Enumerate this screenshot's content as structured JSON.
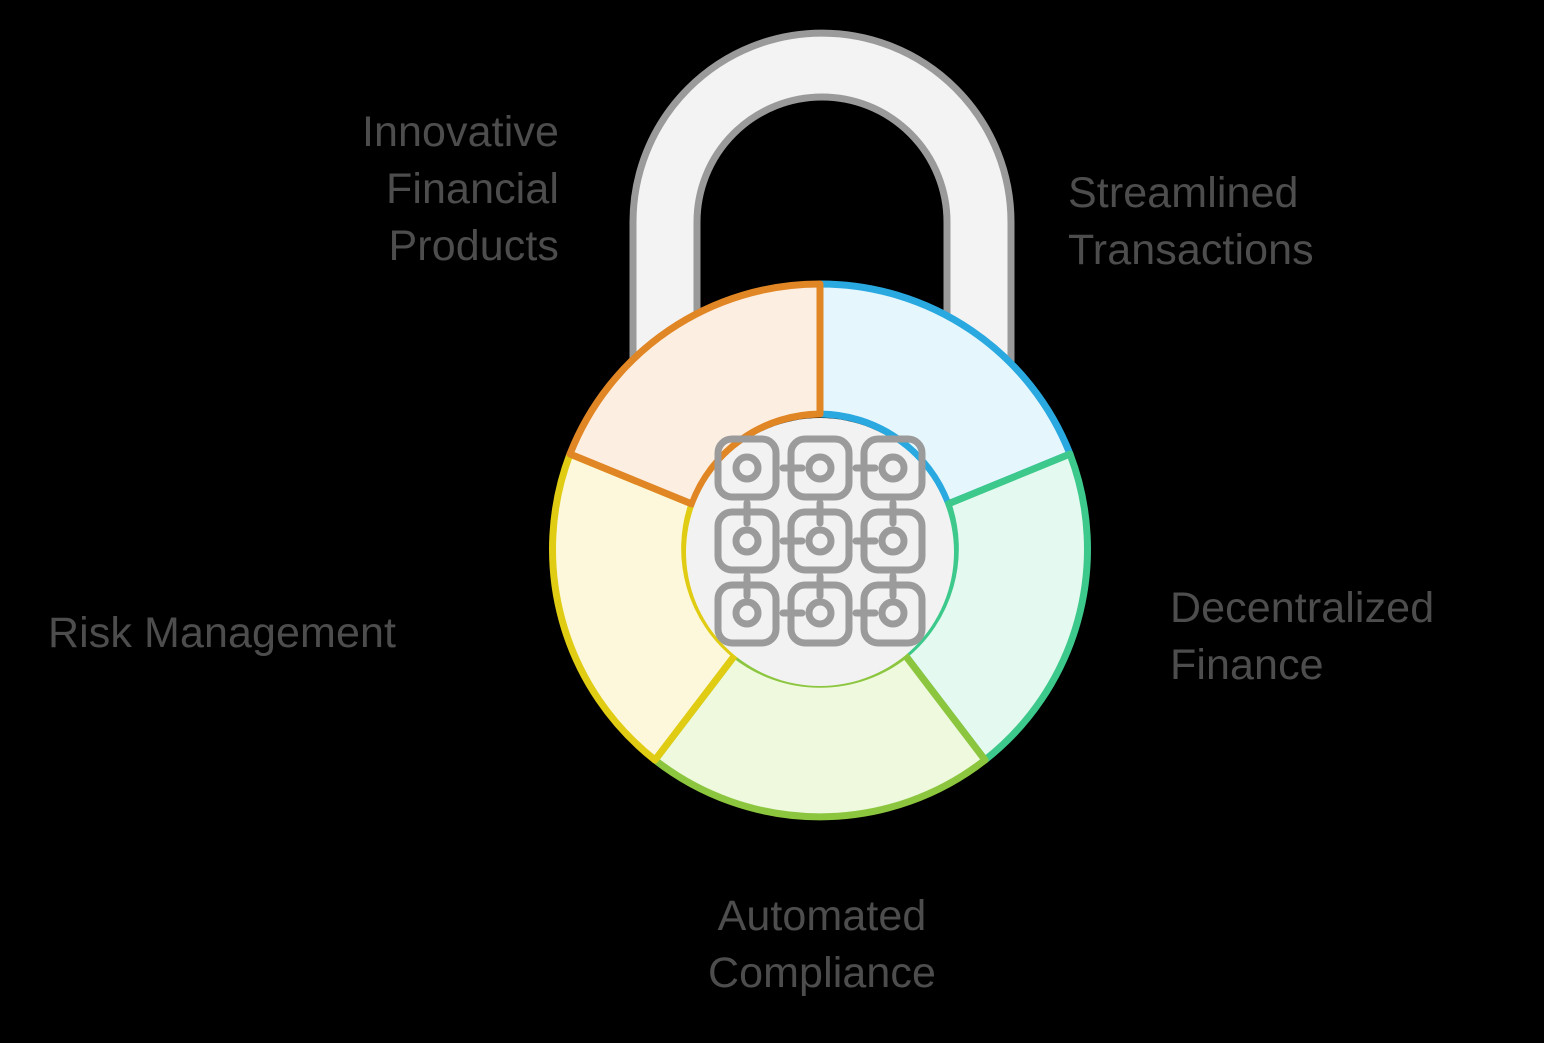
{
  "diagram": {
    "title": "Blockchain in Finance Padlock Wheel",
    "center_icon": "blockchain-grid-icon",
    "shape": "padlock",
    "colors": {
      "background": "#000000",
      "label_text": "#4d4d4d",
      "shackle_fill": "#f3f3f3",
      "shackle_stroke": "#999999",
      "hub_fill": "#f2f2f2",
      "hub_icon": "#9b9b9b"
    },
    "segments": [
      {
        "id": "streamlined-transactions",
        "label": "Streamlined\nTransactions",
        "stroke": "#29a9df",
        "fill": "#e6f6fd",
        "start_angle": 0,
        "end_angle": 69
      },
      {
        "id": "decentralized-finance",
        "label": "Decentralized\nFinance",
        "stroke": "#3dc98b",
        "fill": "#e4f9ef",
        "start_angle": 69,
        "end_angle": 142
      },
      {
        "id": "automated-compliance",
        "label": "Automated\nCompliance",
        "stroke": "#8cc63f",
        "fill": "#eef9dd",
        "start_angle": 142,
        "end_angle": 218
      },
      {
        "id": "risk-management",
        "label": "Risk Management",
        "stroke": "#e0cc13",
        "fill": "#fdf8dc",
        "start_angle": 218,
        "end_angle": 291
      },
      {
        "id": "innovative-financial-products",
        "label": "Innovative\nFinancial\nProducts",
        "stroke": "#e08624",
        "fill": "#fdeee2",
        "start_angle": 291,
        "end_angle": 360
      }
    ]
  }
}
